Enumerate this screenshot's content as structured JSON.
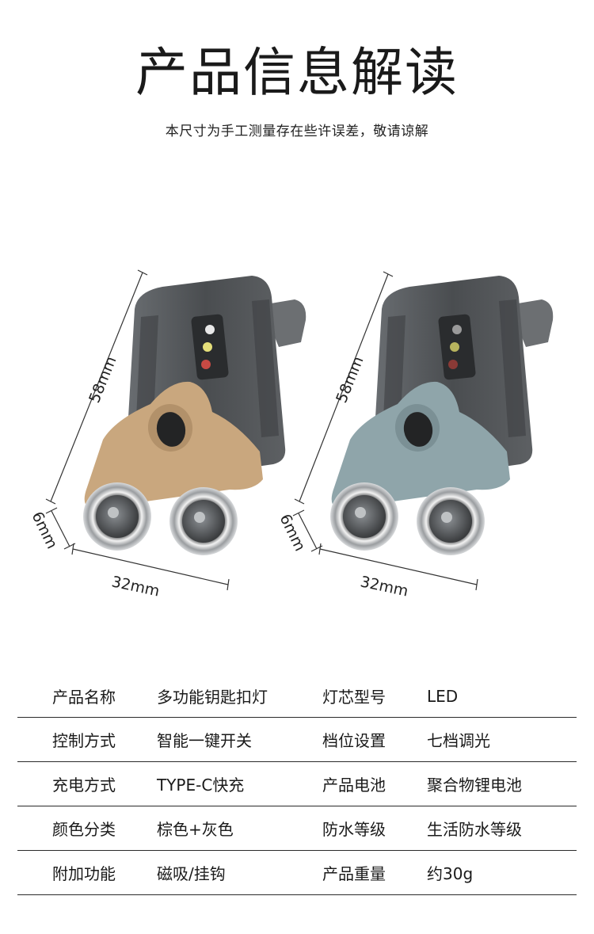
{
  "header": {
    "title": "产品信息解读",
    "subtitle": "本尺寸为手工测量存在些许误差，敬请谅解"
  },
  "figure": {
    "dims": {
      "height": "58mm",
      "depth": "6mm",
      "width": "32mm"
    },
    "colors": {
      "brown_variant": "#c9a77e",
      "gray_variant": "#8fa5aa",
      "body": "#55585b"
    }
  },
  "specs": {
    "rows": [
      {
        "label1": "产品名称",
        "value1": "多功能钥匙扣灯",
        "label2": "灯芯型号",
        "value2": "LED"
      },
      {
        "label1": "控制方式",
        "value1": "智能一键开关",
        "label2": "档位设置",
        "value2": "七档调光"
      },
      {
        "label1": "充电方式",
        "value1": "TYPE-C快充",
        "label2": "产品电池",
        "value2": "聚合物锂电池"
      },
      {
        "label1": "颜色分类",
        "value1": "棕色+灰色",
        "label2": "防水等级",
        "value2": "生活防水等级"
      },
      {
        "label1": "附加功能",
        "value1": "磁吸/挂钩",
        "label2": "产品重量",
        "value2": "约30g"
      }
    ]
  }
}
